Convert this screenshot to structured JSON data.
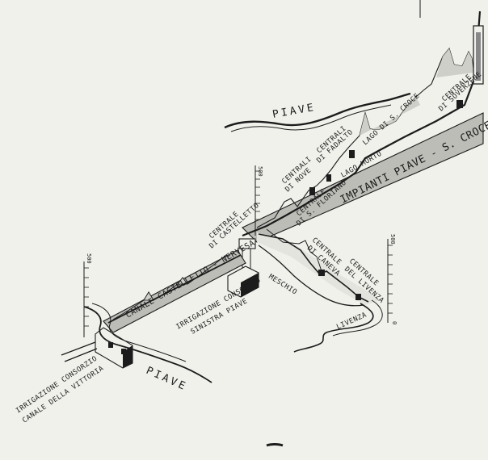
{
  "colors": {
    "background": "#f1f1ec",
    "ink": "#1c1c1c",
    "band": "#bdbdb8",
    "hill": "#cfcfca"
  },
  "labels": {
    "piave_upper": "PIAVE",
    "piave_lower": "PIAVE",
    "meschio": "MESCHIO",
    "livenza": "LIVENZA",
    "impianti": "IMPIANTI PIAVE - S. CROCE",
    "canale": "CANALE CASTELLETTO - NERVESA",
    "lago_s_croce": "LAGO DI S. CROCE",
    "lago_morto": "LAGO MORTO",
    "centrale_soverzene_1": "CENTRALE",
    "centrale_soverzene_2": "DI SOVERZENE",
    "centrali_fadalto_1": "CENTRALI",
    "centrali_fadalto_2": "DI FADALTO",
    "centrali_nove_1": "CENTRALI",
    "centrali_nove_2": "DI NOVE",
    "centrale_s_floriano_1": "CENTRALE",
    "centrale_s_floriano_2": "DI S. FLORIANO",
    "centrale_castelletto_1": "CENTRALE",
    "centrale_castelletto_2": "DI CASTELLETTO",
    "centrale_caneva_1": "CENTRALE",
    "centrale_caneva_2": "DI CANEVA",
    "centrale_livenza_1": "CENTRALE",
    "centrale_livenza_2": "DEL LIVENZA",
    "irrigazione_sx_1": "IRRIGAZIONE CONSORZIO",
    "irrigazione_sx_2": "SINISTRA PIAVE",
    "irrigazione_vittoria_1": "IRRIGAZIONE CONSORZIO",
    "irrigazione_vittoria_2": "CANALE DELLA VITTORIA"
  },
  "scales": {
    "left": "500",
    "middle": "500",
    "right_top": "500",
    "right_bottom": "0"
  }
}
